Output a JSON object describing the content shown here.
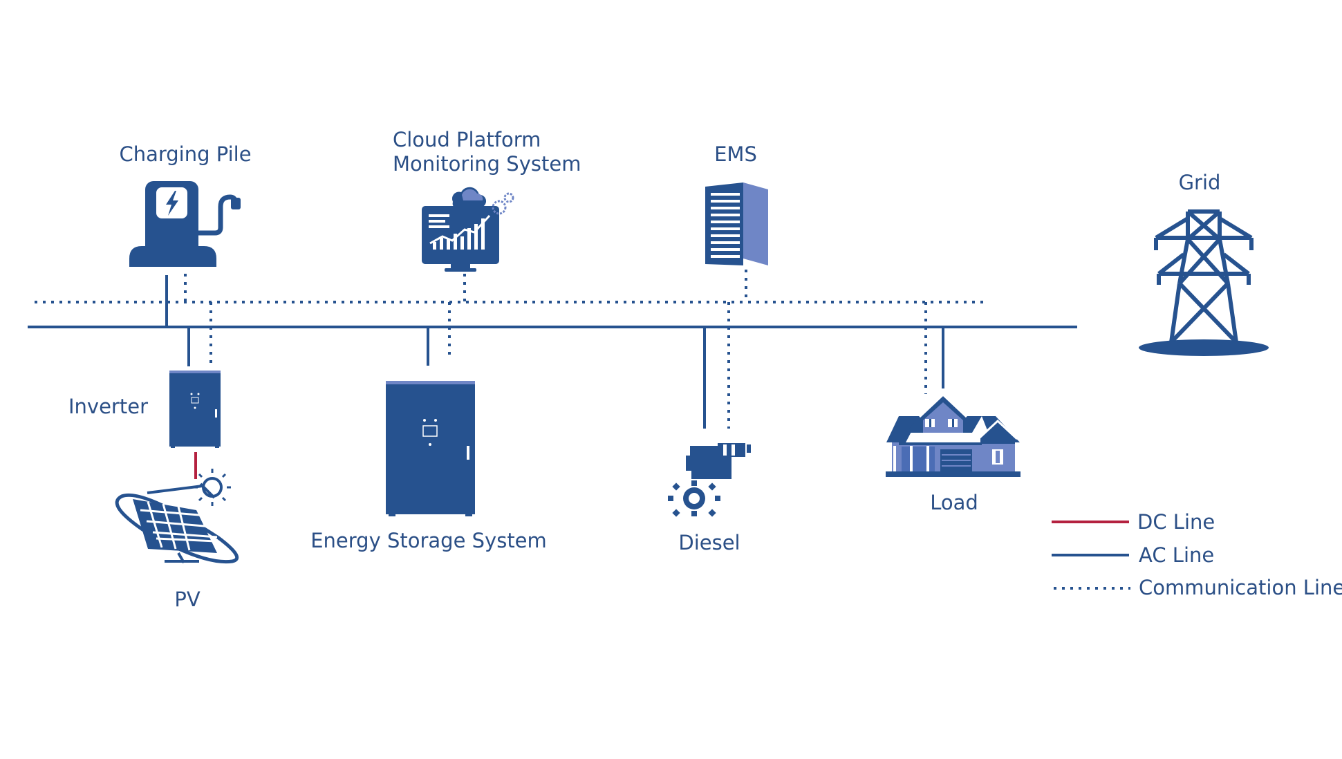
{
  "diagram": {
    "nodes": {
      "charging_pile": {
        "label": "Charging Pile",
        "icon": "ev-charger-icon"
      },
      "cloud_platform": {
        "label_line1": "Cloud Platform",
        "label_line2": "Monitoring System",
        "icon": "cloud-monitor-icon"
      },
      "ems": {
        "label": "EMS",
        "icon": "server-rack-icon"
      },
      "grid": {
        "label": "Grid",
        "icon": "transmission-tower-icon"
      },
      "inverter": {
        "label": "Inverter",
        "icon": "inverter-cabinet-icon"
      },
      "pv": {
        "label": "PV",
        "icon": "solar-panel-icon"
      },
      "energy_storage": {
        "label": "Energy Storage System",
        "icon": "battery-cabinet-icon"
      },
      "diesel": {
        "label": "Diesel",
        "icon": "diesel-generator-icon"
      },
      "load": {
        "label": "Load",
        "icon": "house-icon"
      }
    },
    "legend": {
      "dc": {
        "label": "DC Line",
        "color": "#b4213f"
      },
      "ac": {
        "label": "AC Line",
        "color": "#26528f"
      },
      "comm": {
        "label": "Communication Line",
        "color": "#26528f"
      }
    }
  }
}
